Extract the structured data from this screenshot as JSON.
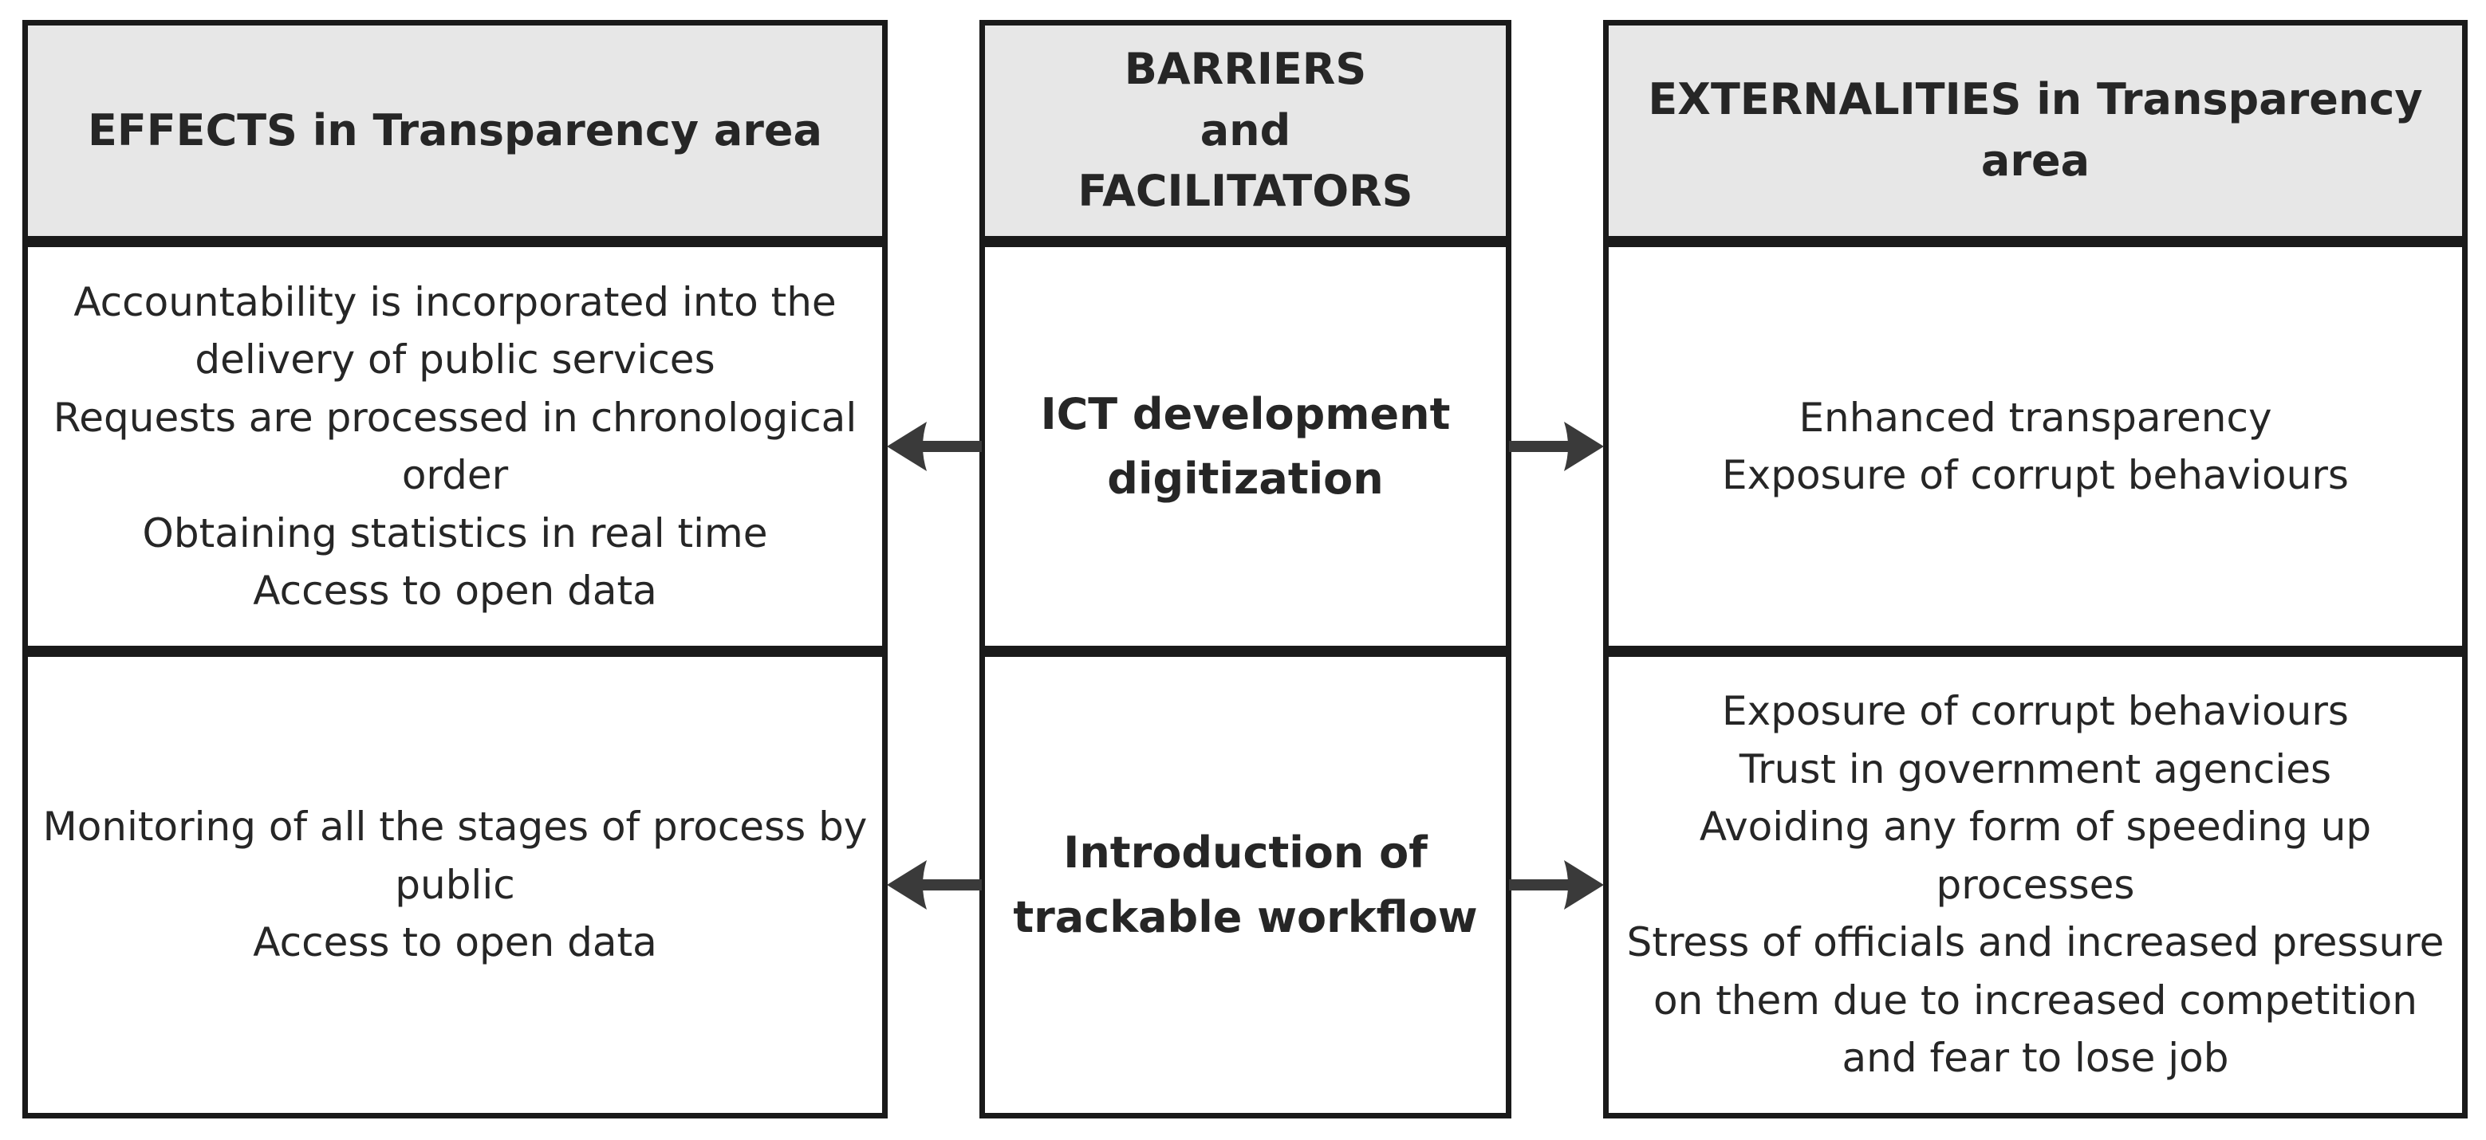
{
  "colors": {
    "page_bg": "#ffffff",
    "header_bg": "#e7e7e7",
    "cell_bg": "#ffffff",
    "border": "#1a1a1a",
    "text": "#262626",
    "arrow": "#3a3a3a"
  },
  "effects": {
    "header": "EFFECTS in Transparency area",
    "row1": {
      "items": [
        "Accountability is incorporated into the delivery of public services",
        "Requests are processed in chronological order",
        "Obtaining statistics in real time",
        "Access to open data"
      ]
    },
    "row2": {
      "items": [
        "Monitoring of all the stages of process by public",
        "Access to open data"
      ]
    }
  },
  "barriers": {
    "header": {
      "line1": "BARRIERS",
      "line2": "and",
      "line3": "FACILITATORS"
    },
    "row1": "ICT development digitization",
    "row2": "Introduction of trackable workflow"
  },
  "externalities": {
    "header": "EXTERNALITIES in Transparency area",
    "row1": {
      "items": [
        "Enhanced transparency",
        "Exposure of corrupt behaviours"
      ]
    },
    "row2": {
      "items": [
        "Exposure of corrupt behaviours",
        "Trust in government agencies",
        "Avoiding any form of speeding up processes",
        "Stress of officials and increased pressure on them due to increased competition and fear to lose job"
      ]
    }
  }
}
